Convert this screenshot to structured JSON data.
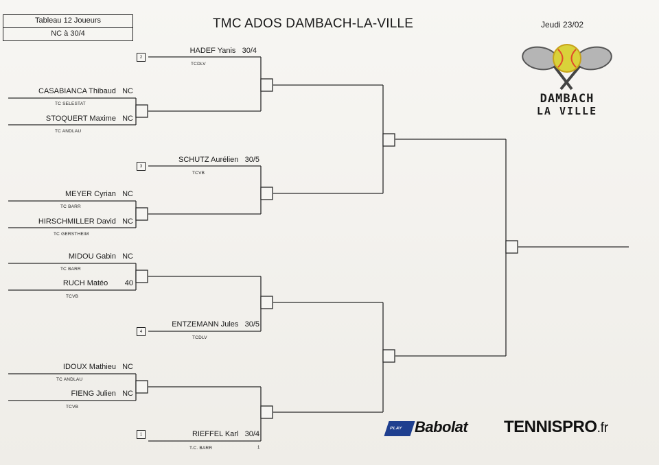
{
  "header": {
    "table_label": "Tableau 12 Joueurs",
    "level_label": "NC à 30/4",
    "title": "TMC ADOS DAMBACH-LA-VILLE",
    "date": "Jeudi 23/02"
  },
  "logo": {
    "line1": "DAMBACH",
    "line2": "LA VILLE",
    "colors": {
      "ball": "#d9d23a",
      "racket": "#9a9a9a",
      "accent": "#e14b2b",
      "text": "#222222"
    }
  },
  "players": [
    {
      "name": "HADEF Yanis",
      "rank": "30/4",
      "club": "TCDLV",
      "seed": "2"
    },
    {
      "name": "CASABIANCA Thibaud",
      "rank": "NC",
      "club": "TC SELESTAT"
    },
    {
      "name": "STOQUERT Maxime",
      "rank": "NC",
      "club": "TC ANDLAU"
    },
    {
      "name": "SCHUTZ Aurélien",
      "rank": "30/5",
      "club": "TCVB",
      "seed": "3"
    },
    {
      "name": "MEYER Cyrian",
      "rank": "NC",
      "club": "TC BARR"
    },
    {
      "name": "HIRSCHMILLER David",
      "rank": "NC",
      "club": "TC GERSTHEIM"
    },
    {
      "name": "MIDOU Gabin",
      "rank": "NC",
      "club": "TC BARR"
    },
    {
      "name": "RUCH Matéo",
      "rank": "40",
      "club": "TCVB"
    },
    {
      "name": "ENTZEMANN Jules",
      "rank": "30/5",
      "club": "TCDLV",
      "seed": "4"
    },
    {
      "name": "IDOUX Mathieu",
      "rank": "NC",
      "club": "TC ANDLAU"
    },
    {
      "name": "FIENG Julien",
      "rank": "NC",
      "club": "TCVB"
    },
    {
      "name": "RIEFFEL Karl",
      "rank": "30/4",
      "club": "T.C. BARR",
      "seed": "1"
    }
  ],
  "footer": {
    "page_number": "1",
    "sponsor_babolat": "Babolat",
    "sponsor_babolat_badge": "PLAY",
    "sponsor_tennispro": "TENNISPRO",
    "sponsor_tennispro_tld": ".fr"
  }
}
